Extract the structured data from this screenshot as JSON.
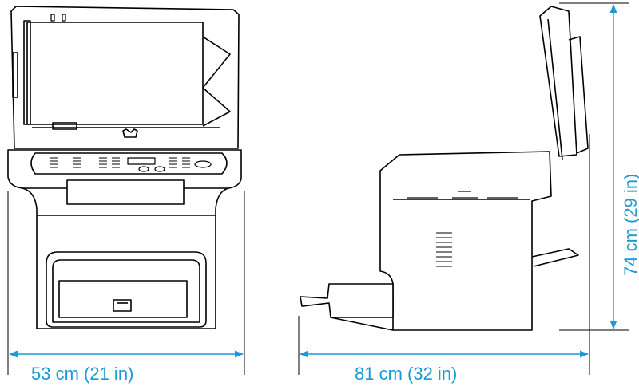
{
  "dimensions": {
    "width_label": "53 cm (21 in)",
    "depth_label": "81 cm (32 in)",
    "height_label": "74 cm (29 in)"
  },
  "colors": {
    "dimension": "#1a9ad6",
    "line": "#000000",
    "background": "#ffffff"
  }
}
